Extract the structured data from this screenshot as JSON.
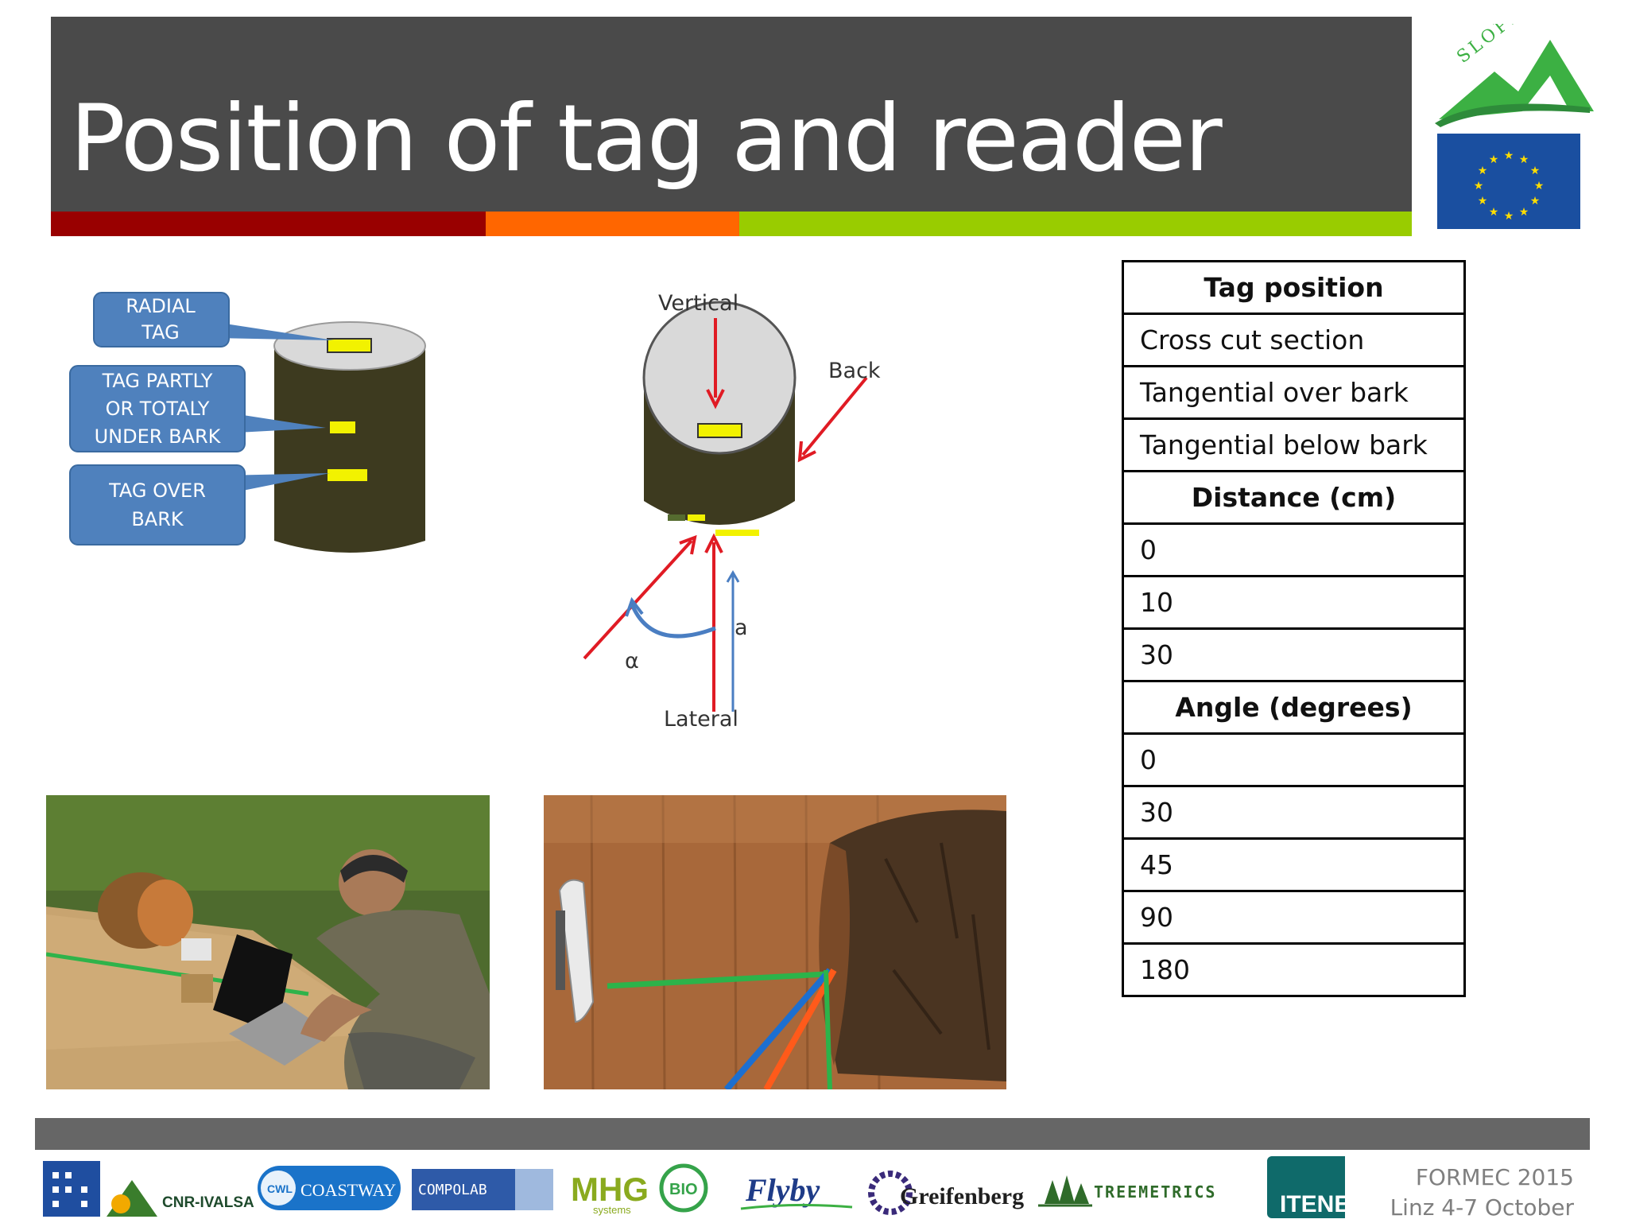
{
  "slide": {
    "title": "Position of tag and reader"
  },
  "diagram1": {
    "callouts": [
      "RADIAL TAG",
      "TAG PARTLY OR TOTALY UNDER BARK",
      "TAG OVER BARK"
    ]
  },
  "diagram2": {
    "labels": {
      "vertical": "Vertical",
      "back": "Back",
      "lateral": "Lateral",
      "alpha": "α",
      "a": "a"
    }
  },
  "table": {
    "rows": [
      {
        "text": "Tag position",
        "header": true
      },
      {
        "text": "Cross cut section",
        "header": false
      },
      {
        "text": "Tangential over bark",
        "header": false
      },
      {
        "text": "Tangential below bark",
        "header": false
      },
      {
        "text": "Distance (cm)",
        "header": true
      },
      {
        "text": "0",
        "header": false
      },
      {
        "text": "10",
        "header": false
      },
      {
        "text": "30",
        "header": false
      },
      {
        "text": "Angle (degrees)",
        "header": true
      },
      {
        "text": "0",
        "header": false
      },
      {
        "text": "30",
        "header": false
      },
      {
        "text": "45",
        "header": false
      },
      {
        "text": "90",
        "header": false
      },
      {
        "text": "180",
        "header": false
      }
    ]
  },
  "footer": {
    "logos": [
      "CNR-IVALSA",
      "COASTWAY",
      "COMPOLAB",
      "MHG",
      "Flyby",
      "Greifenberg",
      "TREEMETRICS",
      "ITENE"
    ],
    "event": "FORMEC 2015",
    "location": "Linz 4-7 October"
  },
  "colors": {
    "title_bg": "#4a4a4a",
    "stripe_red": "#990000",
    "stripe_orange": "#ff6600",
    "stripe_green": "#99cc00",
    "callout_blue": "#4f81bd",
    "log_dark": "#3d3a1f",
    "tag_yellow": "#f2f200",
    "arrow_red": "#e01b24",
    "arrow_blue": "#4a7ec2"
  }
}
